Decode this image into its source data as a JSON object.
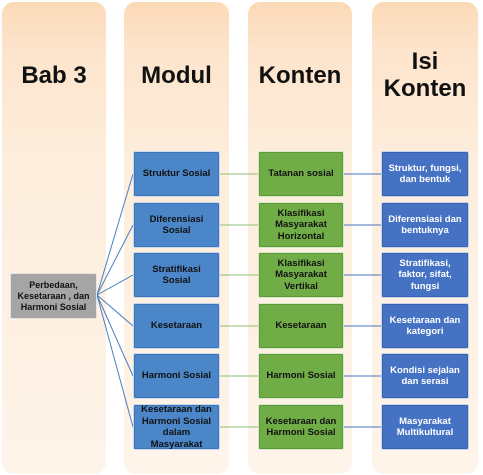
{
  "columns": {
    "bab": "Bab 3",
    "modul": "Modul",
    "konten": "Konten",
    "isi_line1": "Isi",
    "isi_line2": "Konten"
  },
  "root": "Perbedaan, Kesetaraan , dan Harmoni Sosial",
  "rows": [
    {
      "modul": "Struktur Sosial",
      "konten": "Tatanan sosial",
      "isi": "Struktur, fungsi, dan bentuk"
    },
    {
      "modul": "Diferensiasi Sosial",
      "konten": "Klasifikasi Masyarakat Horizontal",
      "isi": "Diferensiasi dan bentuknya"
    },
    {
      "modul": "Stratifikasi Sosial",
      "konten": "Klasifikasi Masyarakat Vertikal",
      "isi": "Stratifikasi, faktor, sifat, fungsi"
    },
    {
      "modul": "Kesetaraan",
      "konten": "Kesetaraan",
      "isi": "Kesetaraan dan kategori"
    },
    {
      "modul": "Harmoni Sosial",
      "konten": "Harmoni Sosial",
      "isi": "Kondisi sejalan dan serasi"
    },
    {
      "modul": "Kesetaraan dan Harmoni Sosial dalam Masyarakat",
      "konten": "Kesetaraan dan Harmoni Sosial",
      "isi": "Masyarakat Multikultural"
    }
  ]
}
